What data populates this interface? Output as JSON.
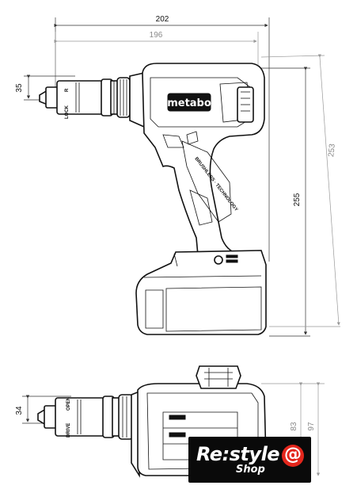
{
  "dimensions": {
    "overall_length": "202",
    "body_length": "196",
    "chuck_height": "35",
    "total_height": "255",
    "diagonal": "253",
    "chuck_height_top_view": "34",
    "battery_width_inner": "83",
    "battery_width_outer": "97"
  },
  "tool": {
    "brand_logo": "metabo",
    "housing_text": "BRUSHLESS · TECHNOLOGY",
    "chuck_marks": [
      "R",
      "LOCK",
      "DRIVE",
      "OPEN"
    ]
  },
  "watermark": {
    "main": "Re:style",
    "sub": "Shop",
    "symbol": "@",
    "badge_color": "#0a0a0a",
    "symbol_color": "#e3261c"
  }
}
